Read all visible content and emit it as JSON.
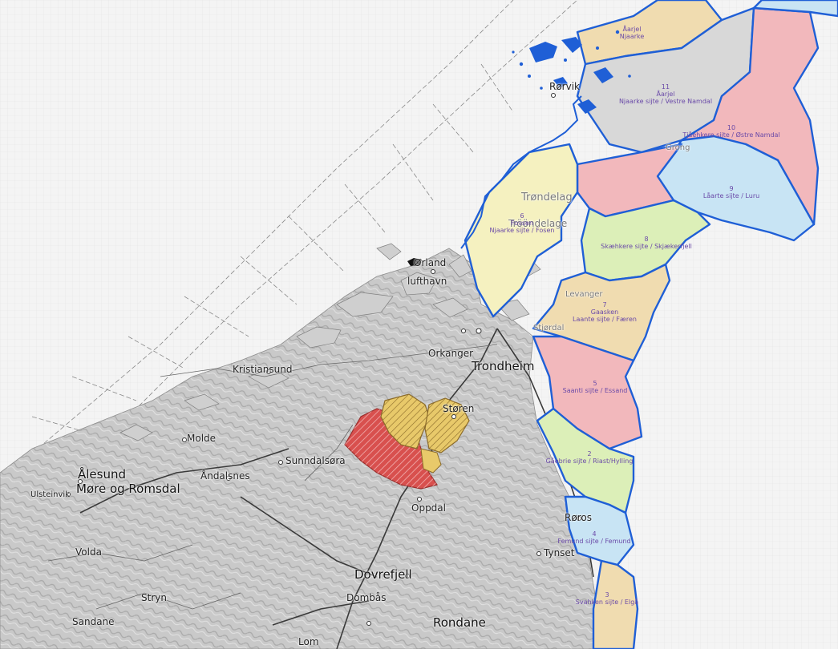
{
  "places": {
    "trondelag": "Trøndelag",
    "trondelag_sami": "Trööndelage",
    "trondheim": "Trondheim",
    "orkanger": "Orkanger",
    "storen": "Støren",
    "oppdal": "Oppdal",
    "kristiansund": "Kristiansund",
    "molde": "Molde",
    "alesund": "Ålesund",
    "ulsteinvik": "Ulsteinvik",
    "more_romsdal": "Møre og Romsdal",
    "andalsnes": "Åndalsnes",
    "sunndalsora": "Sunndalsøra",
    "dovrefjell": "Dovrefjell",
    "dombas": "Dombås",
    "rondane": "Rondane",
    "tynset": "Tynset",
    "roros": "Røros",
    "volda": "Volda",
    "stryn": "Stryn",
    "sandane": "Sandane",
    "lom": "Lom",
    "orland": "Ørland",
    "lufthavn": "lufthavn",
    "rorvik": "Rørvik",
    "levanger": "Levanger",
    "stjordal": "Stjørdal",
    "grong": "Grong"
  },
  "regions": [
    {
      "num": "",
      "name": "Åarjel",
      "sub": "Njaarke",
      "color": "#f0dcb0"
    },
    {
      "num": "11",
      "name": "Åarjel",
      "sub": "Njaarke sijte / Vestre Namdal",
      "color": "#d8d8d8"
    },
    {
      "num": "10",
      "name": "",
      "sub": "Tjåehkere sijte / Østre Namdal",
      "color": "#f2b8bc"
    },
    {
      "num": "9",
      "name": "",
      "sub": "Låarte sijte / Luru",
      "color": "#c8e4f4"
    },
    {
      "num": "6",
      "name": "Fovsen",
      "sub": "Njaarke sijte / Fosen",
      "color": "#f5f1c0"
    },
    {
      "num": "8",
      "name": "",
      "sub": "Skæhkere sijte / Skjækerfjell",
      "color": "#dcefb8"
    },
    {
      "num": "7",
      "name": "Gaasken",
      "sub": "Laante sijte / Færen",
      "color": "#f0dcb0"
    },
    {
      "num": "5",
      "name": "",
      "sub": "Saanti sijte / Essand",
      "color": "#f2b8bc"
    },
    {
      "num": "2",
      "name": "",
      "sub": "Gåebrie sijte / Riast/Hylling",
      "color": "#dcefb8"
    },
    {
      "num": "4",
      "name": "",
      "sub": "Femund sijte / Femund",
      "color": "#c8e4f4"
    },
    {
      "num": "3",
      "name": "",
      "sub": "Svahken sijte / Elgå",
      "color": "#f0dcb0"
    }
  ]
}
